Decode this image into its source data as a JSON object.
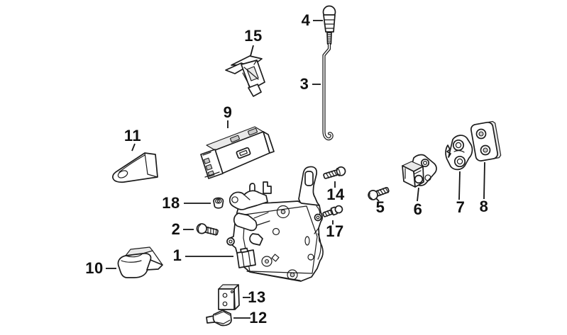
{
  "figure": {
    "type": "exploded-parts-diagram",
    "subject": "door lock mechanism line drawing",
    "colors": {
      "background": "#ffffff",
      "line": "#1c1c1c",
      "label_text": "#111111"
    }
  },
  "labels": {
    "l1": "1",
    "l2": "2",
    "l3": "3",
    "l4": "4",
    "l5": "5",
    "l6": "6",
    "l7": "7",
    "l8": "8",
    "l9": "9",
    "l10": "10",
    "l11": "11",
    "l12": "12",
    "l13": "13",
    "l14": "14",
    "l15": "15",
    "l17": "17",
    "l18": "18"
  }
}
